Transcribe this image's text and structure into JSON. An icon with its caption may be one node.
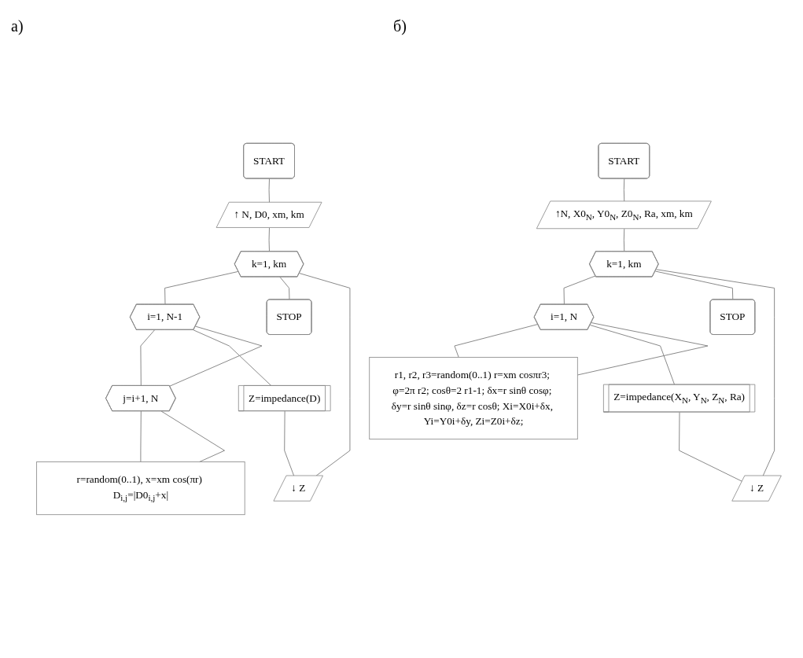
{
  "diagram": {
    "nodes": [
      {
        "text": [
          "START"
        ]
      },
      {
        "text": [
          "↑ N, D0, xm, km"
        ]
      },
      {
        "text": [
          "k=1, km"
        ]
      },
      {
        "text": [
          "i=1, N-1"
        ]
      },
      {
        "text": [
          "j=i+1, N"
        ]
      },
      {
        "text": [
          "r=random(0..1), x=xm cos(πr) D$_{i,j}$=|D0$_{i,j}$+x|"
        ]
      },
      {
        "text": [
          "Z=impedance(D)"
        ]
      },
      {
        "text": [
          "↓ Z"
        ]
      },
      {
        "text": [
          "STOP"
        ]
      },
      {
        "text": [
          "START"
        ]
      },
      {
        "text": [
          "↑N, X0$_{N}$, Y0$_{N}$, Z0$_{N}$, Ra, xm, km"
        ]
      },
      {
        "text": [
          "k=1, km"
        ]
      },
      {
        "text": [
          "i=1, N"
        ]
      },
      {
        "text": [
          "r1, r2, r3=random(0..1) r=xm cosπr3; φ=2π r2; cosθ=2 r1-1; δx=r sinθ cosφ; δy=r sinθ sinφ, δz=r cosθ; Xi=X0i+δx, Yi=Y0i+δy, Zi=Z0i+δz;"
        ]
      },
      {
        "text": [
          "Z=impedance(X$_{N}$, Y$_{N}$, Z$_{N}$, Ra)"
        ]
      },
      {
        "text": [
          "↓ Z"
        ]
      },
      {
        "text": [
          "STOP"
        ]
      }
    ],
    "edges": [
      {
        "from": 0,
        "to": 1,
        "arrow": "none"
      },
      {
        "from": 1,
        "to": 2,
        "arrow": "none"
      },
      {
        "from": 2,
        "to": 3,
        "arrow": "none"
      },
      {
        "from": 3,
        "to": 4,
        "arrow": "none"
      },
      {
        "from": 4,
        "to": 5,
        "arrow": "none"
      },
      {
        "from": 5,
        "to": 4,
        "arrow": "none"
      },
      {
        "from": 4,
        "to": 3,
        "arrow": "none"
      },
      {
        "from": 3,
        "to": 6,
        "arrow": "none"
      },
      {
        "from": 6,
        "to": 7,
        "arrow": "none"
      },
      {
        "from": 7,
        "to": 2,
        "arrow": "none"
      },
      {
        "from": 2,
        "to": 8,
        "arrow": "none"
      },
      {
        "from": 9,
        "to": 10,
        "arrow": "none"
      },
      {
        "from": 10,
        "to": 11,
        "arrow": "none"
      },
      {
        "from": 11,
        "to": 12,
        "arrow": "none"
      },
      {
        "from": 12,
        "to": 13,
        "arrow": "none"
      },
      {
        "from": 13,
        "to": 12,
        "arrow": "none"
      },
      {
        "from": 12,
        "to": 14,
        "arrow": "none"
      },
      {
        "from": 14,
        "to": 15,
        "arrow": "none"
      },
      {
        "from": 15,
        "to": 11,
        "arrow": "none"
      },
      {
        "from": 11,
        "to": 16,
        "arrow": "none"
      }
    ],
    "labels": [
      "а)",
      "б)"
    ]
  }
}
